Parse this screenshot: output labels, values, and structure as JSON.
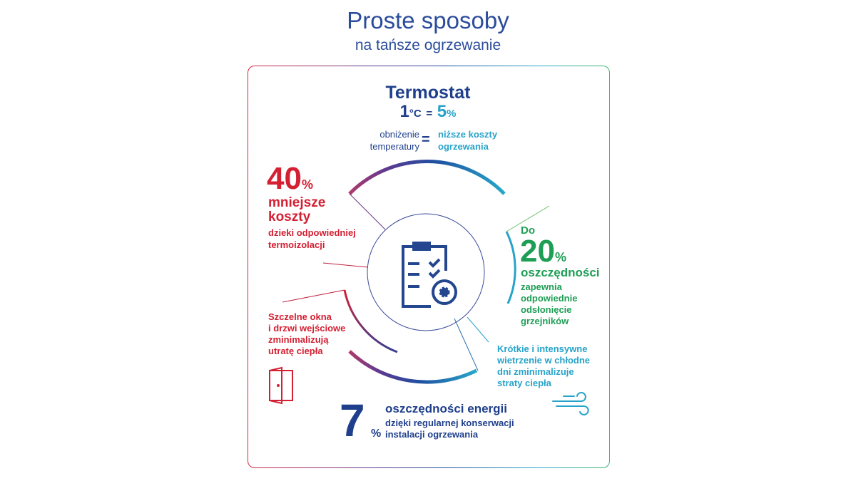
{
  "header": {
    "title": "Proste sposoby",
    "subtitle": "na tańsze ogrzewanie"
  },
  "thermostat": {
    "title": "Termostat",
    "degree_value": "1",
    "degree_unit": "°C",
    "equals": "=",
    "percent_value": "5",
    "percent_sign": "%",
    "left_text": [
      "obniżenie",
      "temperatury"
    ],
    "right_text": [
      "niższe koszty",
      "ogrzewania"
    ]
  },
  "insulation": {
    "value": "40",
    "percent_sign": "%",
    "headline": [
      "mniejsze",
      "koszty"
    ],
    "text": [
      "dzieki odpowiedniej",
      "termoizolacji"
    ]
  },
  "radiators": {
    "prefix": "Do",
    "value": "20",
    "percent_sign": "%",
    "headline": "oszczędności",
    "text": [
      "zapewnia",
      "odpowiednie",
      "odsłonięcie",
      "grzejników"
    ]
  },
  "windows": {
    "text": [
      "Szczelne okna",
      "i drzwi wejściowe",
      "zminimalizują",
      "utratę ciepła"
    ]
  },
  "ventilation": {
    "text": [
      "Krótkie i intensywne",
      "wietrzenie w chłodne",
      "dni zminimalizuje",
      "straty ciepła"
    ]
  },
  "maintenance": {
    "value": "7",
    "percent_sign": "%",
    "headline": "oszczędności energii",
    "text": [
      "dzięki regularnej konserwacji",
      "instalacji ogrzewania"
    ]
  },
  "colors": {
    "navy": "#1f3f8c",
    "cyan": "#27a3c9",
    "red": "#d42033",
    "green": "#1e9e55",
    "purple": "#5a3a92"
  }
}
